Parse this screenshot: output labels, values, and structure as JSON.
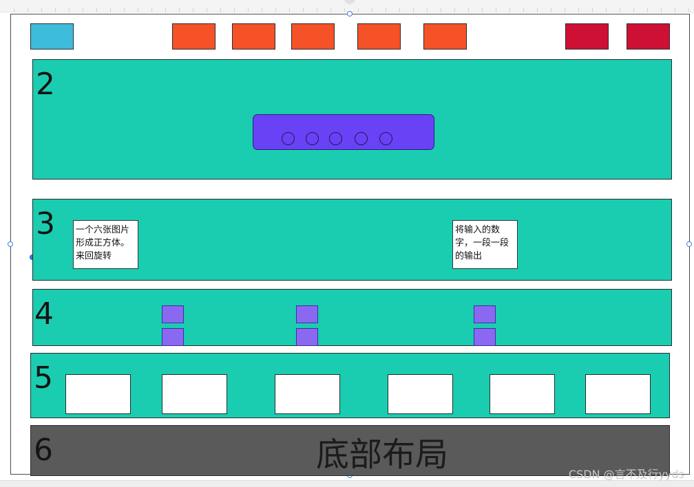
{
  "section_labels": {
    "s2": "2",
    "s3": "3",
    "s4": "4",
    "s5": "5",
    "s6": "6"
  },
  "notes": {
    "left": [
      "一个六张图片",
      "形成正方体。",
      "来回旋转"
    ],
    "right": [
      "将输入的数",
      "字，一段一段",
      "的输出"
    ]
  },
  "footer_label": "底部布局",
  "watermark": "CSDN @言不及行yyds",
  "colors": {
    "teal": "#1acdb1",
    "orange": "#f55228",
    "crimson": "#cd1034",
    "sky": "#3dbcdc",
    "purple": "#6a42f5",
    "gray": "#5a5a5a"
  }
}
